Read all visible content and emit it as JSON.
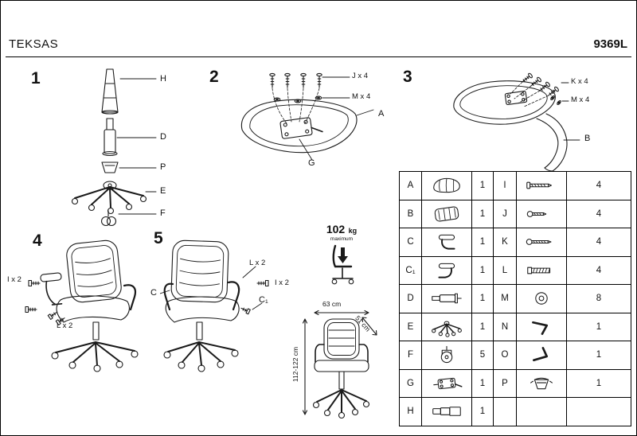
{
  "header": {
    "brand": "TEKSAS",
    "model": "9369L"
  },
  "steps": {
    "one": {
      "num": "1",
      "label_h": "H",
      "label_d": "D",
      "label_p": "P",
      "label_e": "E",
      "label_f": "F"
    },
    "two": {
      "num": "2",
      "label_j": "J x 4",
      "label_m": "M x 4",
      "label_a": "A",
      "label_g": "G"
    },
    "three": {
      "num": "3",
      "label_k": "K x 4",
      "label_m": "M x 4",
      "label_b": "B"
    },
    "four": {
      "num": "4",
      "label_i": "I x 2",
      "label_l": "L x 2"
    },
    "five": {
      "num": "5",
      "label_l": "L x 2",
      "label_i": "I x 2",
      "label_c": "C",
      "label_c1": "C₁"
    }
  },
  "weight_limit": {
    "value": "102",
    "unit": "kg",
    "note": "maximum"
  },
  "dimensions": {
    "width": "63 cm",
    "depth": "51 cm",
    "height": "112-122 cm"
  },
  "parts_table": {
    "rows": [
      {
        "left": {
          "id": "A",
          "icon": "seat",
          "qty": "1"
        },
        "right": {
          "id": "I",
          "icon": "screw-long",
          "qty": "4"
        }
      },
      {
        "left": {
          "id": "B",
          "icon": "backrest",
          "qty": "1"
        },
        "right": {
          "id": "J",
          "icon": "screw-short",
          "qty": "4"
        }
      },
      {
        "left": {
          "id": "C",
          "icon": "armrest-left",
          "qty": "1"
        },
        "right": {
          "id": "K",
          "icon": "screw-mid",
          "qty": "4"
        }
      },
      {
        "left": {
          "id": "C₁",
          "icon": "armrest-right",
          "qty": "1"
        },
        "right": {
          "id": "L",
          "icon": "bolt",
          "qty": "4"
        }
      },
      {
        "left": {
          "id": "D",
          "icon": "gas-cylinder",
          "qty": "1"
        },
        "right": {
          "id": "M",
          "icon": "washer",
          "qty": "8"
        }
      },
      {
        "left": {
          "id": "E",
          "icon": "star-base",
          "qty": "1"
        },
        "right": {
          "id": "N",
          "icon": "allen-key",
          "qty": "1"
        }
      },
      {
        "left": {
          "id": "F",
          "icon": "caster",
          "qty": "5"
        },
        "right": {
          "id": "O",
          "icon": "allen-key-2",
          "qty": "1"
        }
      },
      {
        "left": {
          "id": "G",
          "icon": "mechanism",
          "qty": "1"
        },
        "right": {
          "id": "P",
          "icon": "clamp",
          "qty": "1"
        }
      },
      {
        "left": {
          "id": "H",
          "icon": "cover",
          "qty": "1"
        },
        "right": {
          "id": "",
          "icon": "",
          "qty": ""
        }
      }
    ]
  }
}
